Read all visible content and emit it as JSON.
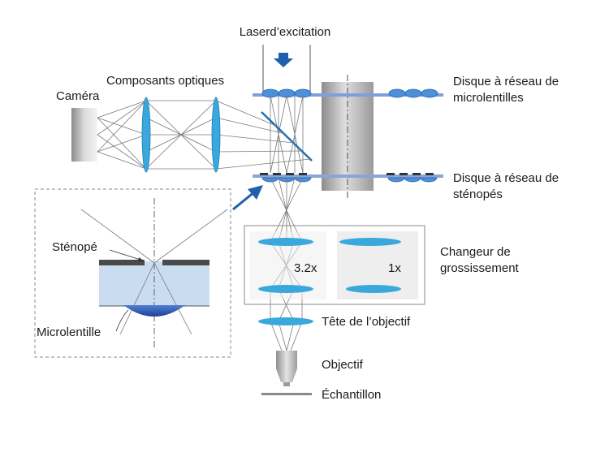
{
  "labels": {
    "laser": "Laserd’excitation",
    "optics": "Composants optiques",
    "camera": "Caméra",
    "microlens_disk_1": "Disque à réseau de",
    "microlens_disk_2": "microlentilles",
    "pinhole_disk_1": "Disque à réseau de",
    "pinhole_disk_2": "sténopés",
    "changer_1": "Changeur de",
    "changer_2": "grossissement",
    "mag_left": "3.2x",
    "mag_right": "1x",
    "objective_head": "Tête de l’objectif",
    "objective": "Objectif",
    "sample": "Échantillon",
    "pinhole": "Sténopé",
    "microlens": "Microlentille"
  },
  "colors": {
    "lens_blue": "#3aa8dc",
    "disk_blue": "#7f9fd9",
    "arrow_blue": "#1f5fae",
    "glass": "#c9dcf0",
    "panel_grey": "#eeeeee"
  }
}
